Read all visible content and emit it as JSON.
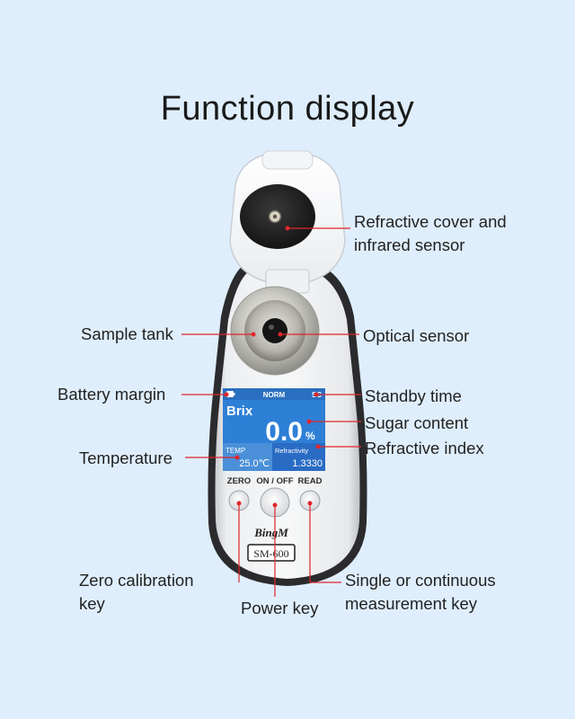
{
  "title": "Function display",
  "colors": {
    "background": "#dfeefc",
    "leader_line": "#e0262b",
    "screen_blue": "#2e7fd6",
    "screen_status": "#2a6fc0"
  },
  "device": {
    "brand": "BingM",
    "model": "SM-600",
    "screen": {
      "mode": "NORM",
      "standby": "SC",
      "measure_label": "Brix",
      "value": "0.0",
      "unit": "%",
      "temp_label": "TEMP",
      "temp_value": "25.0℃",
      "refr_label": "Refractivity",
      "refr_value": "1.3330"
    },
    "keys": {
      "zero": "ZERO",
      "power": "ON / OFF",
      "read": "READ"
    }
  },
  "labels": {
    "cover_line1": "Refractive cover and",
    "cover_line2": "infrared sensor",
    "sample_tank": "Sample tank",
    "optical_sensor": "Optical sensor",
    "battery": "Battery margin",
    "standby": "Standby time",
    "sugar": "Sugar content",
    "refractive": "Refractive index",
    "temperature": "Temperature",
    "zero_line1": "Zero calibration",
    "zero_line2": "key",
    "power": "Power key",
    "read_line1": "Single or continuous",
    "read_line2": "measurement key"
  }
}
